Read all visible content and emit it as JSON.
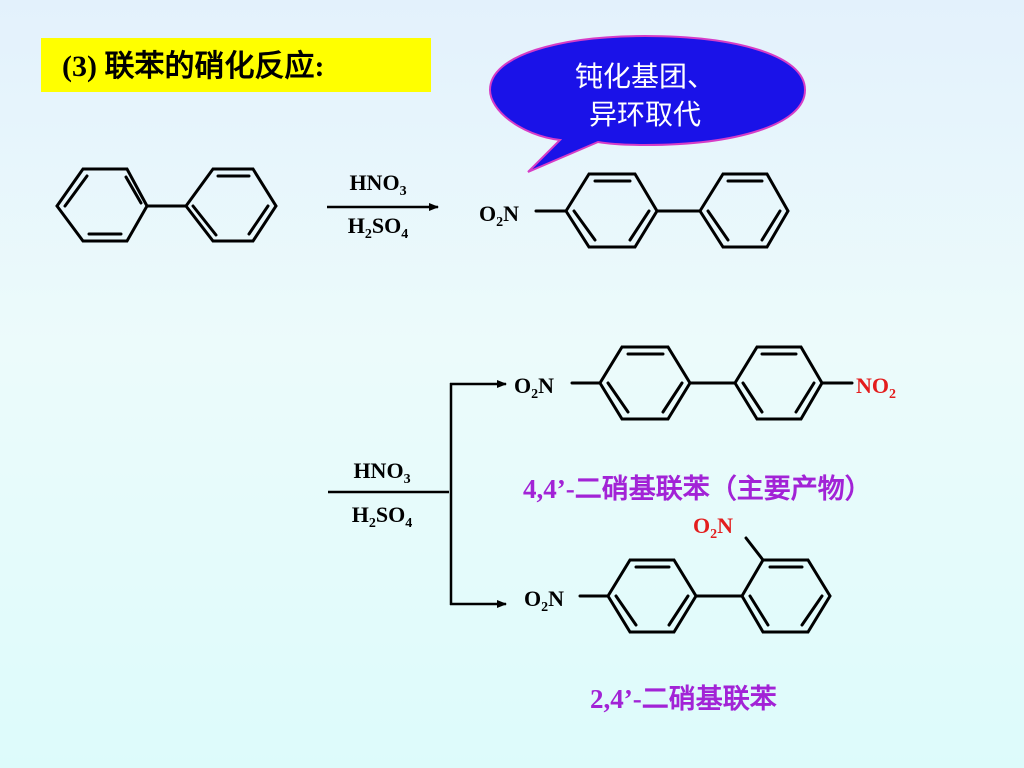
{
  "title": "(3) 联苯的硝化反应:",
  "callout": {
    "line1": "钝化基团、",
    "line2": "异环取代"
  },
  "reaction1": {
    "reagent_top": "HNO3",
    "reagent_bottom": "H2SO4",
    "product_group": "O2N"
  },
  "reaction2": {
    "reagent_top": "HNO3",
    "reagent_bottom": "H2SO4",
    "product_major": {
      "left_group": "O2N",
      "right_group": "NO2",
      "name": "4,4’-二硝基联苯（主要产物）"
    },
    "product_minor": {
      "ortho_group": "O2N",
      "para_group": "O2N",
      "name": "2,4’-二硝基联苯"
    }
  },
  "colors": {
    "title_bg": "#ffff00",
    "callout_fill": "#1a12e8",
    "callout_stroke": "#d63cc7",
    "name_color": "#a223d6",
    "nitro_red": "#e31d1d",
    "structure": "#000000"
  }
}
